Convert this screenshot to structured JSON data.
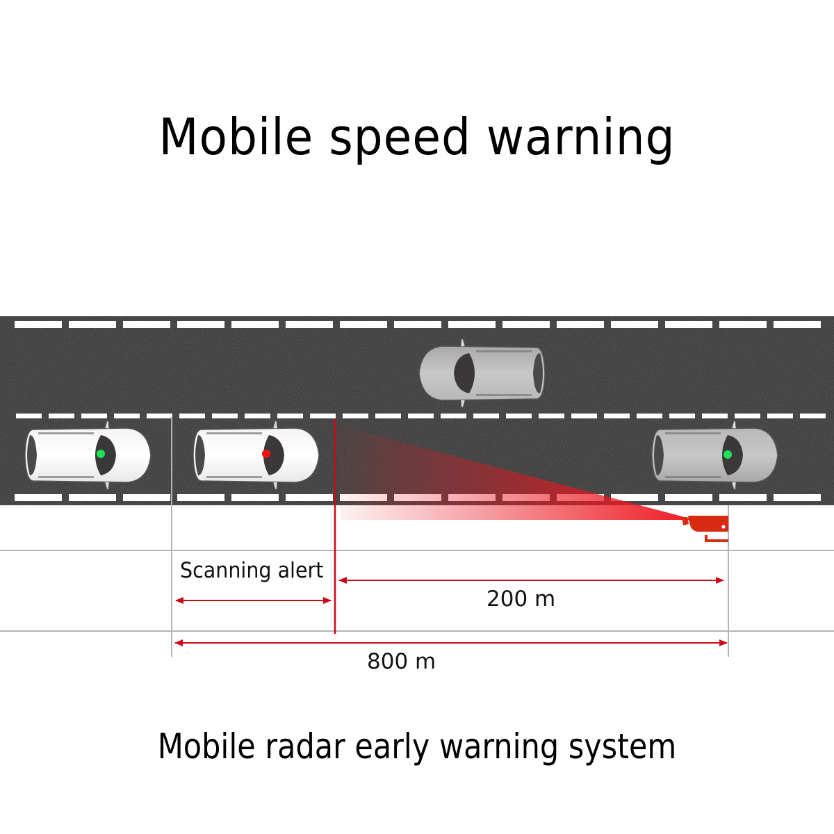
{
  "header": {
    "title": "Mobile speed warning"
  },
  "footer": {
    "caption": "Mobile radar early warning system"
  },
  "diagram": {
    "labels": {
      "scanning_alert": "Scanning alert",
      "radar_range": "200 m",
      "alert_range": "800 m"
    },
    "colors": {
      "road": "#2b2b2b",
      "lane_marking": "#ffffff",
      "accent_red": "#cc0a14",
      "radar_beam": "#e8141e",
      "camera": "#d92a12",
      "guide_grey": "#b4b4b4",
      "status_ok": "#1ee35a",
      "status_alert": "#ee1111"
    },
    "vehicles": [
      {
        "id": "car-1",
        "lane": "right",
        "direction": "right",
        "color": "white",
        "status": "ok"
      },
      {
        "id": "car-2",
        "lane": "right",
        "direction": "right",
        "color": "white",
        "status": "alert"
      },
      {
        "id": "car-3",
        "lane": "left",
        "direction": "left",
        "color": "grey",
        "status": "none"
      },
      {
        "id": "car-4",
        "lane": "right",
        "direction": "right",
        "color": "grey",
        "status": "ok"
      }
    ],
    "icons": [
      "speed-camera-icon"
    ]
  }
}
